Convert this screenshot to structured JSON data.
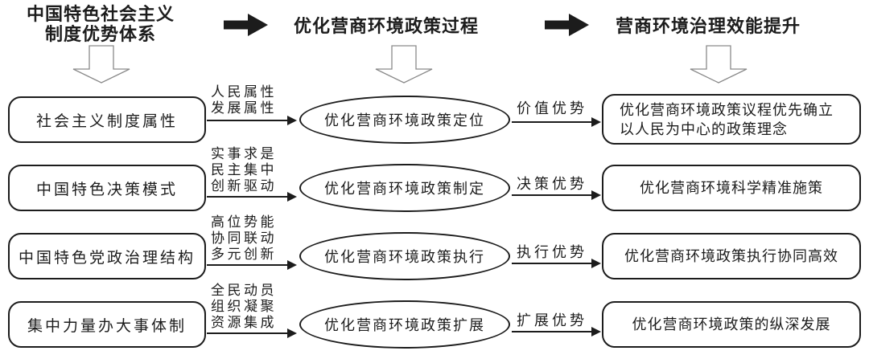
{
  "headers": [
    {
      "line1": "中国特色社会主义",
      "line2": "制度优势体系"
    },
    {
      "line1": "优化营商环境政策过程"
    },
    {
      "line1": "营商环境治理效能提升"
    }
  ],
  "rows": [
    {
      "source": "社会主义制度属性",
      "mechanisms": [
        "人民属性",
        "发展属性"
      ],
      "process": "优化营商环境政策定位",
      "advantage": "价值优势",
      "outcome_lines": [
        "优化营商环境政策议程优先确立",
        "以人民为中心的政策理念"
      ]
    },
    {
      "source": "中国特色决策模式",
      "mechanisms": [
        "实事求是",
        "民主集中",
        "创新驱动"
      ],
      "process": "优化营商环境政策制定",
      "advantage": "决策优势",
      "outcome_lines": [
        "优化营商环境科学精准施策"
      ]
    },
    {
      "source": "中国特色党政治理结构",
      "mechanisms": [
        "高位势能",
        "协同联动",
        "多元创新"
      ],
      "process": "优化营商环境政策执行",
      "advantage": "执行优势",
      "outcome_lines": [
        "优化营商环境政策执行协同高效"
      ]
    },
    {
      "source": "集中力量办大事体制",
      "mechanisms": [
        "全民动员",
        "组织凝聚",
        "资源集成"
      ],
      "process": "优化营商环境政策扩展",
      "advantage": "扩展优势",
      "outcome_lines": [
        "优化营商环境政策的纵深发展"
      ]
    }
  ],
  "icons": {
    "right_arrow": "solid-right-arrow",
    "down_arrow": "hollow-down-arrow"
  },
  "colors": {
    "ink": "#1c1c1c",
    "shape_outline": "#1c1c1c",
    "solid_arrow": "#1c1c1c",
    "hollow_arrow_outline": "#8a8a8a",
    "background": "#ffffff"
  }
}
